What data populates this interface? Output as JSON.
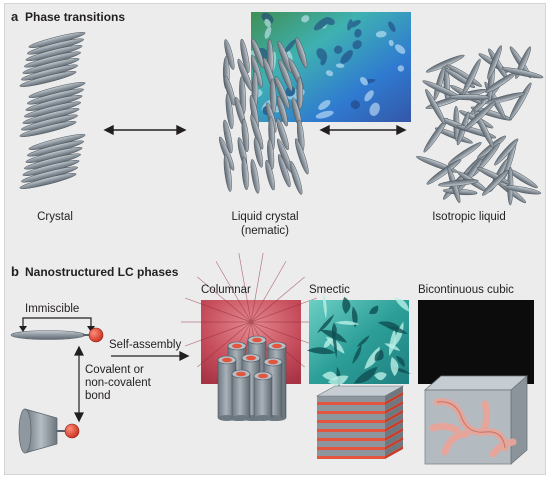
{
  "panel_a": {
    "letter": "a",
    "title": "Phase transitions",
    "labels": {
      "crystal": "Crystal",
      "lc_line1": "Liquid crystal",
      "lc_line2": "(nematic)",
      "isotropic": "Isotropic liquid"
    }
  },
  "panel_b": {
    "letter": "b",
    "title": "Nanostructured LC phases",
    "labels": {
      "immiscible": "Immiscible",
      "self_assembly": "Self-assembly",
      "bond_line1": "Covalent or",
      "bond_line2": "non-covalent",
      "bond_line3": "bond",
      "columnar": "Columnar",
      "smectic": "Smectic",
      "cubic": "Bicontinuous cubic"
    }
  },
  "colors": {
    "background": "#ececec",
    "rod": "#9aa3ab",
    "head": "#d9412c",
    "texture_red": "#c84f5e",
    "texture_cyan": "#2fa7a0",
    "texture_black": "#0c0c0c"
  }
}
